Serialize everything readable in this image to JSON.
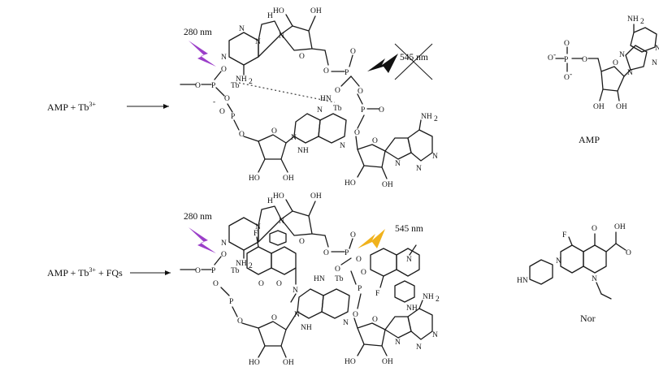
{
  "reactions": [
    {
      "label": "AMP + Tb",
      "sup": "3+",
      "suffix": ""
    },
    {
      "label": "AMP + Tb",
      "sup": "3+",
      "suffix": " + FQs"
    }
  ],
  "wavelengths": {
    "excitation_top": "280 nm",
    "emission_top": "545 nm",
    "excitation_bottom": "280 nm",
    "emission_bottom": "545 nm"
  },
  "structures": {
    "amp_name": "AMP",
    "nor_name": "Nor"
  },
  "atoms": {
    "tb": "Tb",
    "nh2": "NH",
    "nh2_sub": "2",
    "n": "N",
    "o": "O",
    "p": "P",
    "oh": "OH",
    "ho": "HO",
    "hn": "HN",
    "nh": "NH",
    "h": "H",
    "f": "F",
    "minus": "-",
    "o_minus": "O",
    "minus_sup": "-"
  },
  "colors": {
    "excitation_bolt": "#9b3fc9",
    "emission_bolt": "#f0b21c",
    "quenched_bolt": "#111111"
  }
}
